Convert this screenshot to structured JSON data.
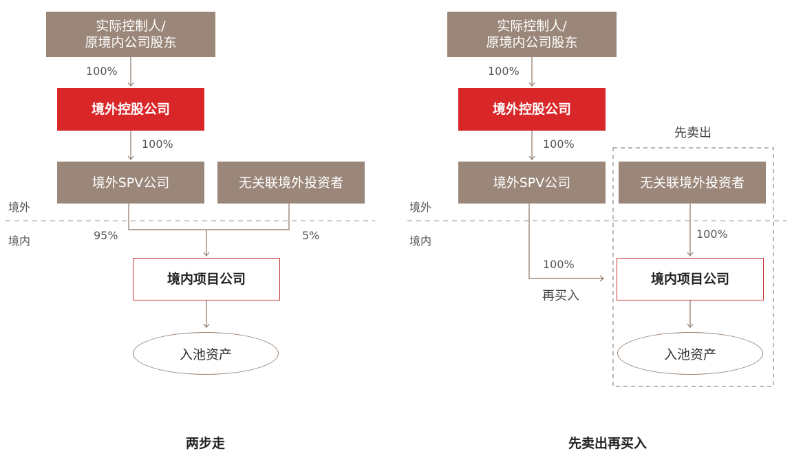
{
  "left": {
    "controller": [
      "实际控制人/",
      "原境内公司股东"
    ],
    "holding": "境外控股公司",
    "spv": "境外SPV公司",
    "investor": "无关联境外投资者",
    "project": "境内项目公司",
    "asset": "入池资产",
    "pct_controller_holding": "100%",
    "pct_holding_spv": "100%",
    "pct_spv_project": "95%",
    "pct_investor_project": "5%",
    "caption": "两步走"
  },
  "right": {
    "controller": [
      "实际控制人/",
      "原境内公司股东"
    ],
    "holding": "境外控股公司",
    "spv": "境外SPV公司",
    "investor": "无关联境外投资者",
    "project": "境内项目公司",
    "asset": "入池资产",
    "pct_controller_holding": "100%",
    "pct_holding_spv": "100%",
    "pct_investor_project": "100%",
    "pct_spv_project": "100%",
    "sell_first": "先卖出",
    "buy_back": "再买入",
    "caption": "先卖出再买入"
  },
  "zones": {
    "offshore": "境外",
    "onshore": "境内"
  },
  "colors": {
    "gray": "#9b8779",
    "red": "#d92628",
    "outline": "#c9312f",
    "line": "#9b8779",
    "dashed": "#b8aaa0"
  }
}
